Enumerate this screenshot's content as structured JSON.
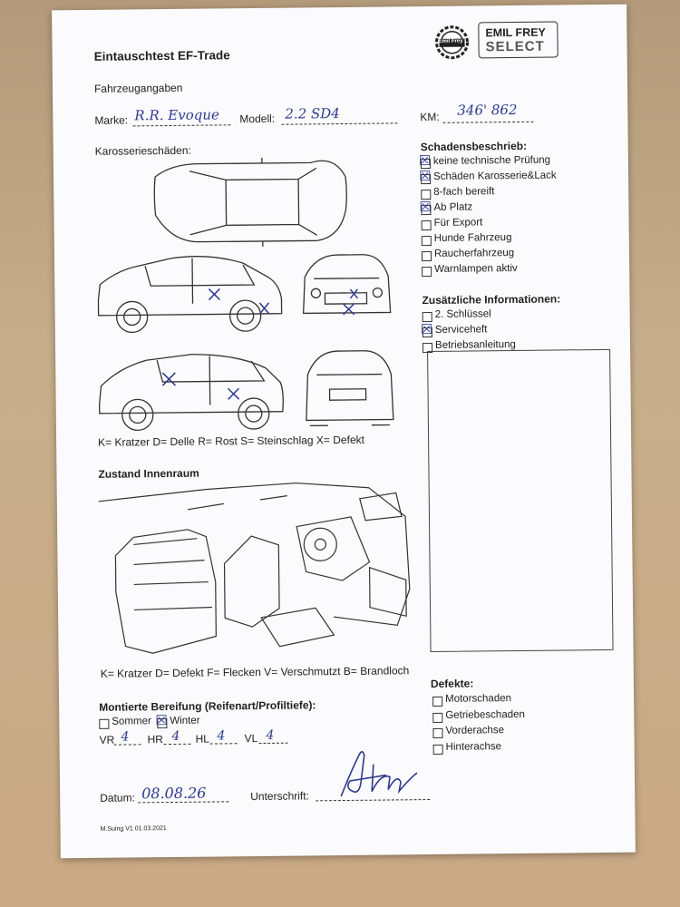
{
  "form": {
    "title": "Eintauschtest EF-Trade",
    "vehicle_section": "Fahrzeugangaben",
    "marke_label": "Marke:",
    "marke_value": "R.R. Evoque",
    "modell_label": "Modell:",
    "modell_value": "2.2 SD4",
    "km_label": "KM:",
    "km_value": "346' 862",
    "body_damage_label": "Karosserieschäden:",
    "body_legend": "K= Kratzer D= Delle R= Rost S= Steinschlag X= Defekt",
    "interior_label": "Zustand Innenraum",
    "interior_legend": "K= Kratzer D= Defekt F= Flecken V= Verschmutzt B= Brandloch",
    "tires_label": "Montierte Bereifung (Reifenart/Profiltiefe):",
    "sommer_label": "Sommer",
    "winter_label": "Winter",
    "winter_checked": true,
    "vr_label": "VR",
    "vr_value": "4",
    "hr_label": "HR",
    "hr_value": "4",
    "hl_label": "HL",
    "hl_value": "4",
    "vl_label": "VL",
    "vl_value": "4",
    "datum_label": "Datum:",
    "datum_value": "08.08.26",
    "signature_label": "Unterschrift:",
    "footer": "M.Suing V1 01.03.2021"
  },
  "brand": {
    "logo_small": "Emil Frey",
    "logo_line1": "EMIL FREY",
    "logo_line2": "SELECT"
  },
  "damage_description": {
    "title": "Schadensbeschrieb:",
    "items": [
      {
        "label": "keine technische Prüfung",
        "checked": true
      },
      {
        "label": "Schäden Karosserie&Lack",
        "checked": true
      },
      {
        "label": "8-fach bereift",
        "checked": false
      },
      {
        "label": "Ab Platz",
        "checked": true
      },
      {
        "label": "Für Export",
        "checked": false
      },
      {
        "label": "Hunde Fahrzeug",
        "checked": false
      },
      {
        "label": "Raucherfahrzeug",
        "checked": false
      },
      {
        "label": "Warnlampen aktiv",
        "checked": false
      }
    ]
  },
  "additional_info": {
    "title": "Zusätzliche Informationen:",
    "items": [
      {
        "label": "2. Schlüssel",
        "checked": false
      },
      {
        "label": "Serviceheft",
        "checked": true
      },
      {
        "label": "Betriebsanleitung",
        "checked": false
      }
    ]
  },
  "defects": {
    "title": "Defekte:",
    "items": [
      {
        "label": "Motorschaden",
        "checked": false
      },
      {
        "label": "Getriebeschaden",
        "checked": false
      },
      {
        "label": "Vorderachse",
        "checked": false
      },
      {
        "label": "Hinterachse",
        "checked": false
      }
    ]
  }
}
